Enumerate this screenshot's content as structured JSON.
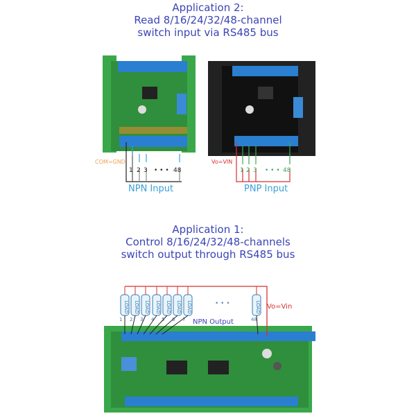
{
  "app2": {
    "line1": "Application 2:",
    "line2": "Read 8/16/24/32/48-channel",
    "line3": "switch input via RS485 bus",
    "npn": {
      "com_label": "COM=GND",
      "channels": [
        "1",
        "2",
        "3",
        "48"
      ],
      "ellipsis": "• • •",
      "caption": "NPN Input"
    },
    "pnp": {
      "vo_label": "Vo=VIN",
      "channels": [
        "1",
        "2",
        "3",
        "48"
      ],
      "ellipsis": "• • •",
      "caption": "PNP Input"
    }
  },
  "app1": {
    "line1": "Application 1:",
    "line2": "Control 8/16/24/32/48-channels",
    "line3": "switch output through RS485 bus",
    "load_label": "LOAD",
    "load_numbers": [
      "1",
      "2",
      "3",
      "4",
      "5",
      "6",
      "7",
      "48"
    ],
    "ellipsis": "• • •",
    "output_label": "NPN Output",
    "vo_label": "Vo=Vin"
  },
  "colors": {
    "title": "#3b45b5",
    "npn": "#3aa0d8",
    "pnp": "#3aaa5a",
    "red": "#d83030",
    "orange": "#f0a050",
    "board_green": "#2e8b3a",
    "terminal_blue": "#2a7fd0"
  }
}
